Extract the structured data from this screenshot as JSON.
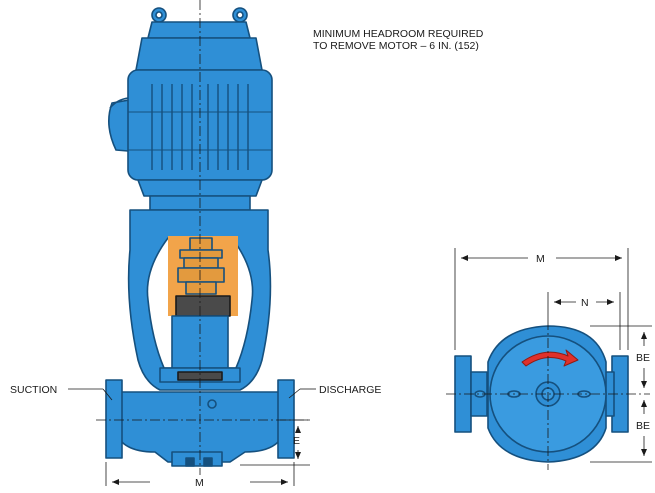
{
  "note": {
    "line1": "MINIMUM HEADROOM REQUIRED",
    "line2": "TO REMOVE MOTOR – 6 IN. (152)"
  },
  "labels": {
    "suction": "SUCTION",
    "discharge": "DISCHARGE",
    "front_width": "M",
    "flange_height": "E",
    "top_width": "M",
    "offset": "N",
    "be_upper": "BE",
    "be_lower": "BE"
  },
  "colors": {
    "pump_body": "#2f8fd6",
    "pump_dark": "#15507e",
    "coupling_guard": "#f2a44a",
    "rotation_arrow": "#e0302a"
  }
}
